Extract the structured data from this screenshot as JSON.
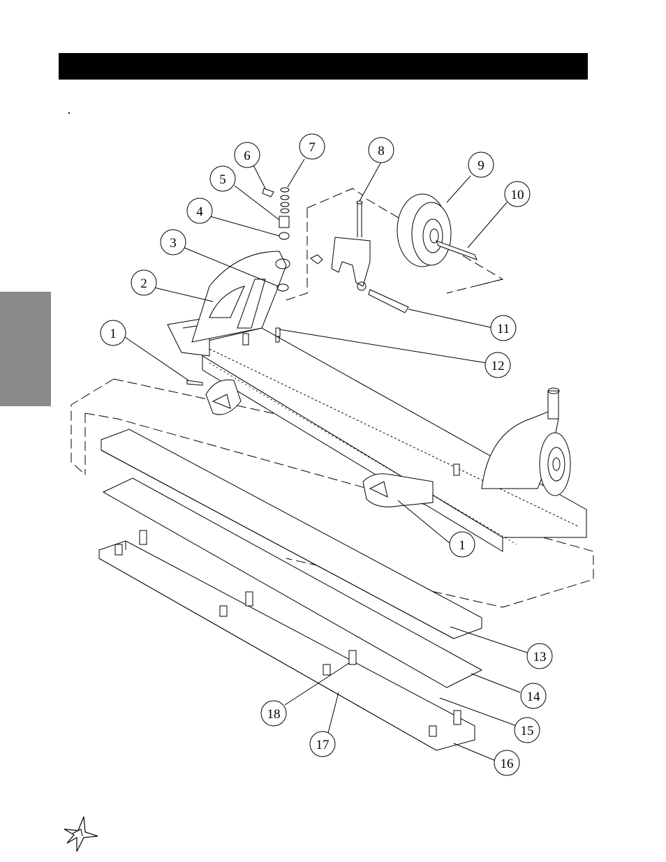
{
  "header": {
    "title": ""
  },
  "callouts": [
    {
      "num": "1"
    },
    {
      "num": "2"
    },
    {
      "num": "3"
    },
    {
      "num": "4"
    },
    {
      "num": "5"
    },
    {
      "num": "6"
    },
    {
      "num": "7"
    },
    {
      "num": "8"
    },
    {
      "num": "9"
    },
    {
      "num": "10"
    },
    {
      "num": "11"
    },
    {
      "num": "12"
    },
    {
      "num": "1"
    },
    {
      "num": "13"
    },
    {
      "num": "14"
    },
    {
      "num": "15"
    },
    {
      "num": "16"
    },
    {
      "num": "17"
    },
    {
      "num": "18"
    }
  ],
  "colors": {
    "bar": "#000000",
    "tab": "#8a8a8a",
    "line": "#000000"
  },
  "logo": {
    "icon": "star-logo-icon"
  }
}
